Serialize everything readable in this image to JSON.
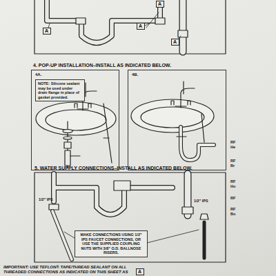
{
  "diagram": {
    "nodes": [
      {
        "text": [
          "A"
        ]
      },
      {
        "text": [
          "A"
        ]
      },
      {
        "text": [
          "A"
        ]
      },
      {
        "text": [
          "A"
        ]
      },
      {
        "text": [
          "4A."
        ]
      },
      {
        "text": [
          "NOTE: Silicone sealant may be used under drain flange in place of gasket provided."
        ],
        "in": 4
      },
      {
        "text": [
          "4B."
        ]
      },
      {
        "text": [
          "MAKE CONNECTIONS USING 1/2\" IPS FAUCET CONNECTIONS, OR USE THE SUPPLIED COUPLING NUTS WITH 3/8\" O.D. BALLNOSE RISERS."
        ]
      },
      {
        "text": [
          "A"
        ]
      }
    ],
    "labels": [
      "4. POP-UP INSTALLATION–INSTALL AS INDICATED BELOW.",
      "5. WATER SUPPLY CONNECTIONS–INSTALL AS INDICATED BELOW.",
      "1/2\" IPS",
      "1/2\" IPS",
      "IMPORTANT: USE TEFLON® TAPE/THREAD SEALANT ON ALL THREADED CONNECTIONS AS INDICATED ON THIS SHEET AS",
      "RF",
      "He",
      "RF",
      "Br",
      "RF",
      "Ho",
      "RF",
      "RF",
      "Bo"
    ]
  }
}
